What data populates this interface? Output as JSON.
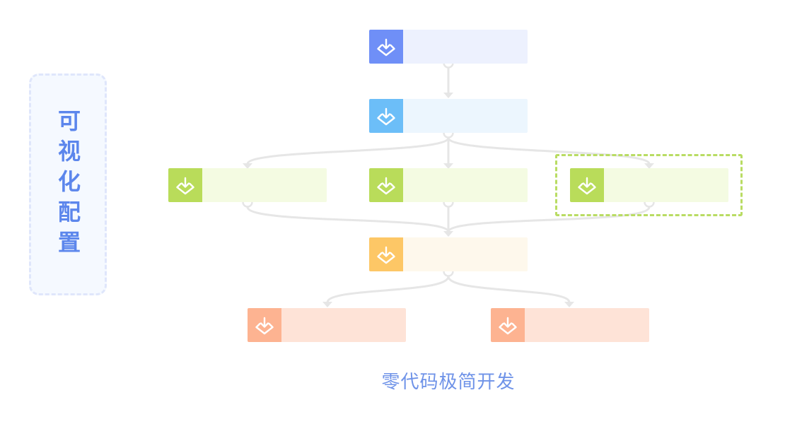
{
  "side_panel": {
    "title": "可视化配置"
  },
  "caption": "零代码极简开发",
  "icon": "download-icon",
  "colors": {
    "blue": {
      "icon": "#6f8ff7",
      "body": "#edf1fe"
    },
    "sky": {
      "icon": "#6cbef8",
      "body": "#ecf6fe"
    },
    "green": {
      "icon": "#b9dc5a",
      "body": "#f4fbe2"
    },
    "orange": {
      "icon": "#fdc766",
      "body": "#fef8ec"
    },
    "coral": {
      "icon": "#fdb391",
      "body": "#fee3d7"
    },
    "connector": "#e6e6e6",
    "selection": "#b9dc63",
    "caption": "#6f93e8"
  },
  "nodes": [
    {
      "id": "start",
      "color": "blue",
      "level": 1
    },
    {
      "id": "step-2",
      "color": "sky",
      "level": 2
    },
    {
      "id": "branch-left",
      "color": "green",
      "level": 3
    },
    {
      "id": "branch-center",
      "color": "green",
      "level": 3
    },
    {
      "id": "branch-right",
      "color": "green",
      "level": 3,
      "selected": true
    },
    {
      "id": "merge",
      "color": "orange",
      "level": 4
    },
    {
      "id": "end-left",
      "color": "coral",
      "level": 5
    },
    {
      "id": "end-right",
      "color": "coral",
      "level": 5
    }
  ]
}
